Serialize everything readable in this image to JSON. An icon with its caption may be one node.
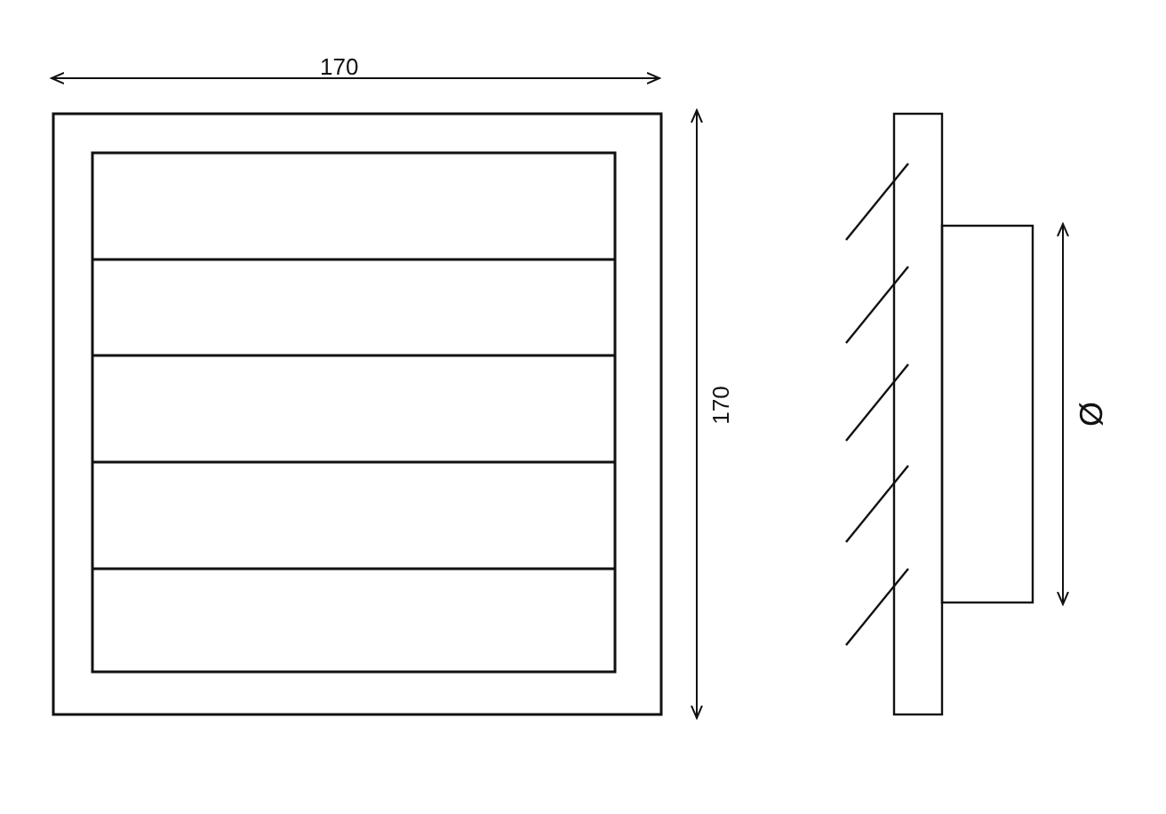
{
  "diagram": {
    "labels": [
      "170",
      "170",
      "Ø"
    ]
  }
}
